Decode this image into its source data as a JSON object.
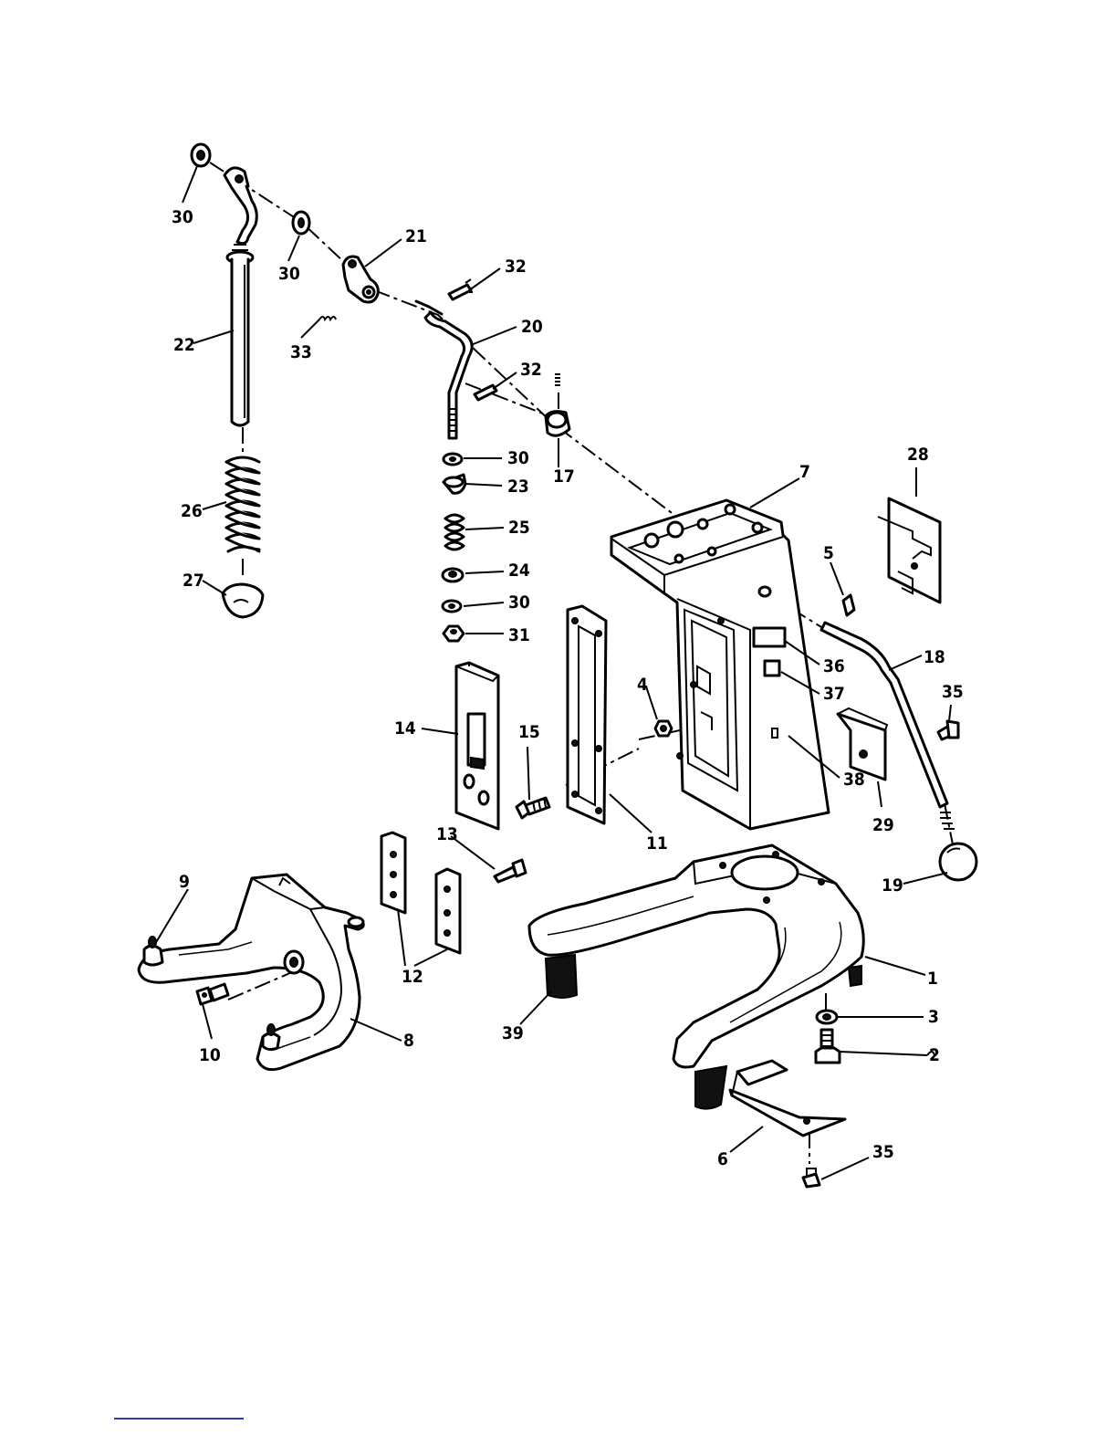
{
  "diagram": {
    "callouts": [
      "30",
      "30",
      "21",
      "32",
      "22",
      "33",
      "20",
      "32",
      "17",
      "30",
      "23",
      "26",
      "25",
      "27",
      "24",
      "30",
      "31",
      "7",
      "28",
      "5",
      "18",
      "36",
      "37",
      "35",
      "4",
      "14",
      "15",
      "38",
      "29",
      "11",
      "13",
      "9",
      "19",
      "12",
      "1",
      "3",
      "2",
      "39",
      "10",
      "8",
      "6",
      "35"
    ]
  },
  "colors": {
    "line": "#000000",
    "background": "#ffffff",
    "footer_rule": "#2b3eb0"
  }
}
